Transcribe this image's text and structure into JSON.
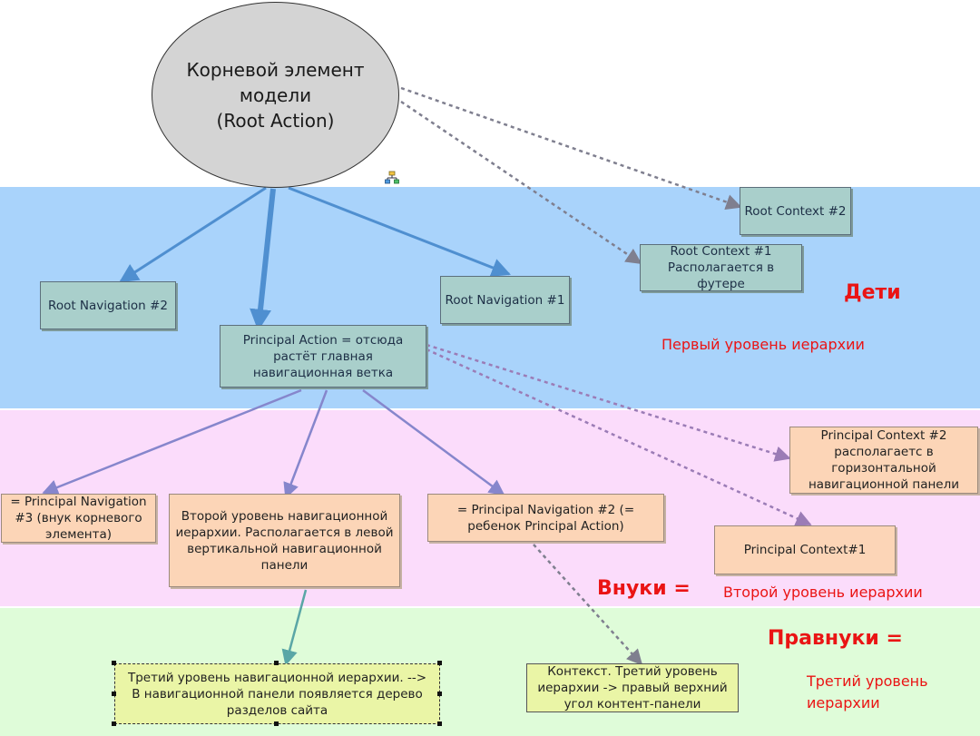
{
  "root": {
    "text": "Корневой элемент модели\n(Root Action)"
  },
  "nodes": {
    "root_context_2": "Root Context #2",
    "root_context_1": "Root Context #1\nРасполагается в футере",
    "root_navigation_2": "Root Navigation #2",
    "root_navigation_1": "Root Navigation #1",
    "principal_action": "Principal Action = отсюда\nрастёт главная\nнавигационная ветка",
    "principal_context_2": "Principal Context #2\nрасполагаетс в\nгоризонтальной\nнавигационной панели",
    "principal_navigation_3": "= Principal Navigation\n#3 (внук корневого\nэлемента)",
    "second_level_nav": "Второй уровень навигационной\nиерархии. Располагается в левой\nвертикальной навигационной\nпанели",
    "principal_navigation_2": "= Principal Navigation #2 (=\nребенок Principal Action)",
    "principal_context_1": "Principal Context#1",
    "third_level_nav": "Третий уровень навигационной иерархии. -->\nВ навигационной панели появляется дерево\nразделов сайта",
    "context_third": "Контекст. Третий уровень\nиерархии -> правый верхний\nугол контент-панели"
  },
  "labels": {
    "children": "Дети",
    "children_sub": "Первый уровень иерархии",
    "grandchildren": "Внуки =",
    "grandchildren_sub": "Второй уровень иерархии",
    "great_grandchildren": "Правнуки =",
    "great_grandchildren_sub": "Третий уровень\nиерархии"
  },
  "colors": {
    "band_blue": "#a9d3fb",
    "band_pink": "#fbdcfb",
    "band_green": "#dffcd9",
    "node_teal": "#a9cfcb",
    "node_peach": "#fcd5b7",
    "node_lime": "#eaf5a6",
    "label_red": "#ea1414",
    "solid_arrow_blue": "#4f8fd0",
    "solid_arrow_purple": "#8686cc",
    "solid_arrow_teal": "#5aa6a6",
    "dashed_arrow": "#7f7f8f",
    "dashed_arrow_purple": "#9b7cb6"
  },
  "icons": {
    "hierarchy": "hierarchy-icon"
  }
}
